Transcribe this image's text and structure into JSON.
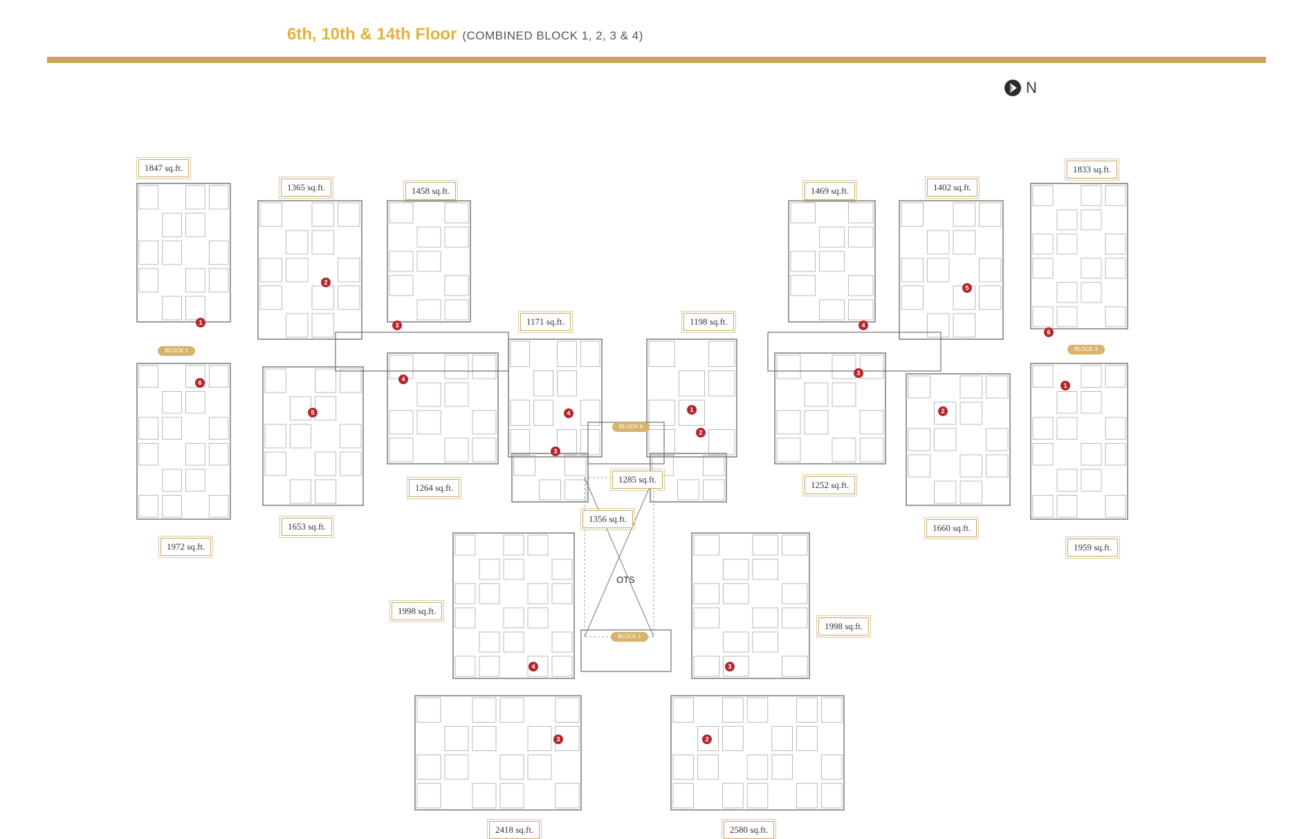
{
  "header": {
    "title": "6th, 10th & 14th Floor",
    "subtitle": "(COMBINED BLOCK 1, 2, 3 & 4)"
  },
  "compass": {
    "label": "N",
    "icon": "north-arrow-icon"
  },
  "colors": {
    "gold": "#c9a45c",
    "title_gold": "#e3b23c",
    "unit_red": "#b3262d",
    "block_pill": "#d8b36a",
    "line": "#6f6f6f"
  },
  "area_tags": [
    "1847 sq.ft.",
    "1365 sq.ft.",
    "1458 sq.ft.",
    "1469 sq.ft.",
    "1402 sq.ft.",
    "1833 sq.ft.",
    "1171 sq.ft.",
    "1198 sq.ft.",
    "1264 sq.ft.",
    "1285 sq.ft.",
    "1252 sq.ft.",
    "1972 sq.ft.",
    "1653 sq.ft.",
    "1356 sq.ft.",
    "1660 sq.ft.",
    "1959 sq.ft.",
    "1998 sq.ft.",
    "1998 sq.ft.",
    "2418 sq.ft.",
    "2580 sq.ft."
  ],
  "block_labels": [
    "BLOCK 2",
    "BLOCK 3",
    "BLOCK 4",
    "BLOCK 1"
  ],
  "unit_numbers": [
    "1",
    "2",
    "3",
    "6",
    "5",
    "4",
    "4",
    "5",
    "6",
    "3",
    "1",
    "2",
    "4",
    "3",
    "1",
    "2",
    "4",
    "3",
    "3",
    "2"
  ],
  "ots_label": "OTS"
}
